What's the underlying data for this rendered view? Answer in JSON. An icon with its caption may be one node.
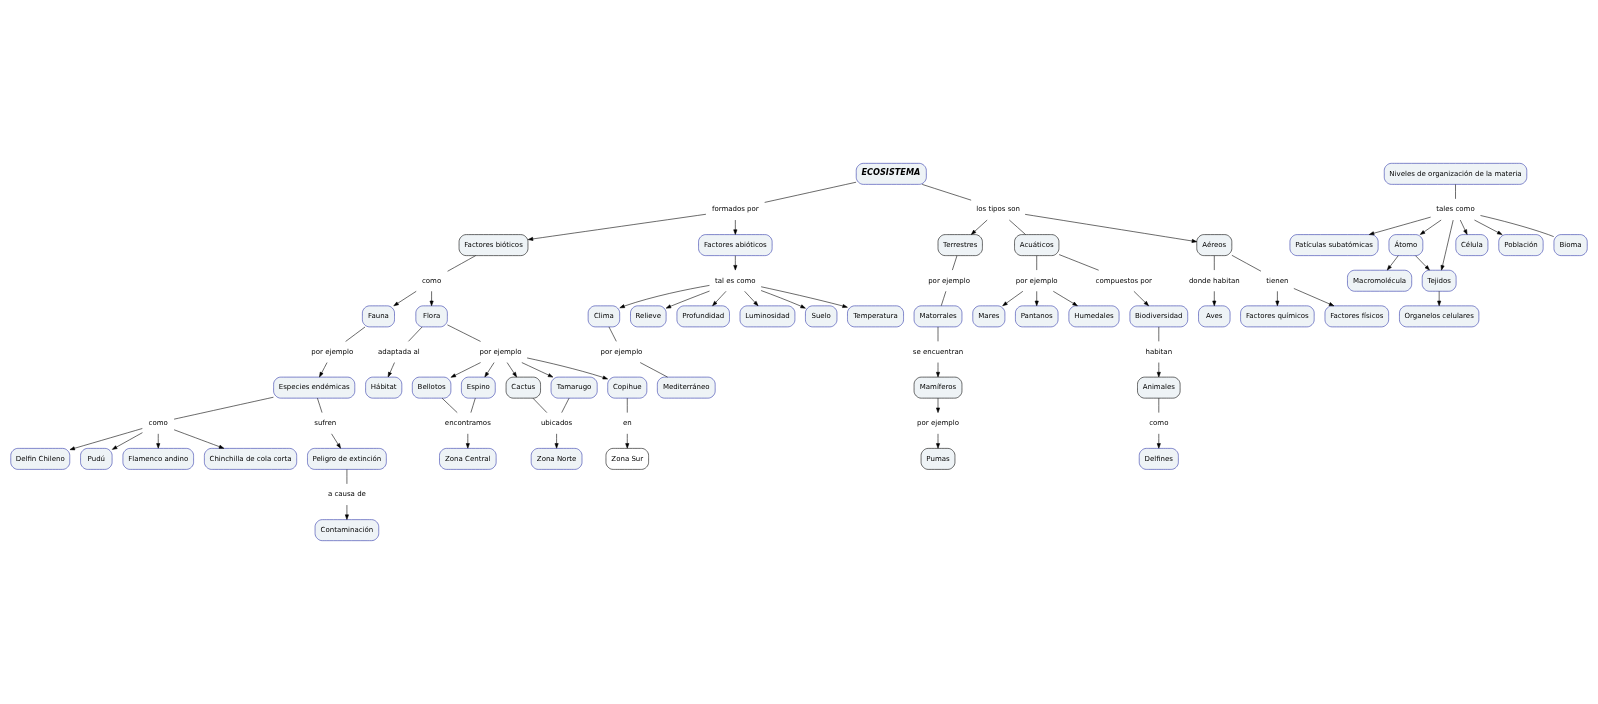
{
  "diagram": {
    "nodes": [
      {
        "text": [
          "ECOSISTEMA"
        ]
      },
      {
        "text": [
          "formados por"
        ]
      },
      {
        "text": [
          "Factores bióticos"
        ]
      },
      {
        "text": [
          "Factores abióticos"
        ]
      },
      {
        "text": [
          "como"
        ]
      },
      {
        "text": [
          "Fauna"
        ]
      },
      {
        "text": [
          "Flora"
        ]
      },
      {
        "text": [
          "por ejemplo"
        ]
      },
      {
        "text": [
          "Especies endémicas"
        ]
      },
      {
        "text": [
          "como"
        ]
      },
      {
        "text": [
          "Delfin Chileno"
        ]
      },
      {
        "text": [
          "Pudú"
        ]
      },
      {
        "text": [
          "Flamenco andino"
        ]
      },
      {
        "text": [
          "Chinchilla de cola corta"
        ]
      },
      {
        "text": [
          "sufren"
        ]
      },
      {
        "text": [
          "Peligro de extinción"
        ]
      },
      {
        "text": [
          "a causa de"
        ]
      },
      {
        "text": [
          "Contaminación"
        ]
      },
      {
        "text": [
          "adaptada al"
        ]
      },
      {
        "text": [
          "Hábitat"
        ]
      },
      {
        "text": [
          "por ejemplo"
        ]
      },
      {
        "text": [
          "Bellotos"
        ]
      },
      {
        "text": [
          "Espino"
        ]
      },
      {
        "text": [
          "Cactus"
        ]
      },
      {
        "text": [
          "Tamarugo"
        ]
      },
      {
        "text": [
          "Copihue"
        ]
      },
      {
        "text": [
          "encontramos"
        ]
      },
      {
        "text": [
          "Zona Central"
        ]
      },
      {
        "text": [
          "ubicados"
        ]
      },
      {
        "text": [
          "Zona Norte"
        ]
      },
      {
        "text": [
          "en"
        ]
      },
      {
        "text": [
          "Zona Sur"
        ]
      },
      {
        "text": [
          "tal es como"
        ]
      },
      {
        "text": [
          "Clima"
        ]
      },
      {
        "text": [
          "Relieve"
        ]
      },
      {
        "text": [
          "Profundidad"
        ]
      },
      {
        "text": [
          "Luminosidad"
        ]
      },
      {
        "text": [
          "Suelo"
        ]
      },
      {
        "text": [
          "Temperatura"
        ]
      },
      {
        "text": [
          "por ejemplo"
        ]
      },
      {
        "text": [
          "Mediterráneo"
        ]
      },
      {
        "text": [
          "los tipos son"
        ]
      },
      {
        "text": [
          "Terrestres"
        ]
      },
      {
        "text": [
          "Acuáticos"
        ]
      },
      {
        "text": [
          "Aéreos"
        ]
      },
      {
        "text": [
          "por ejemplo"
        ]
      },
      {
        "text": [
          "Matorrales"
        ]
      },
      {
        "text": [
          "se encuentran"
        ]
      },
      {
        "text": [
          "Mamíferos"
        ]
      },
      {
        "text": [
          "por ejemplo"
        ]
      },
      {
        "text": [
          "Pumas"
        ]
      },
      {
        "text": [
          "por ejemplo"
        ]
      },
      {
        "text": [
          "Mares"
        ]
      },
      {
        "text": [
          "Pantanos"
        ]
      },
      {
        "text": [
          "Humedales"
        ]
      },
      {
        "text": [
          "compuestos por"
        ]
      },
      {
        "text": [
          "Biodiversidad"
        ]
      },
      {
        "text": [
          "habitan"
        ]
      },
      {
        "text": [
          "Animales"
        ]
      },
      {
        "text": [
          "como"
        ]
      },
      {
        "text": [
          "Delfines"
        ]
      },
      {
        "text": [
          "donde habitan"
        ]
      },
      {
        "text": [
          "Aves"
        ]
      },
      {
        "text": [
          "tienen"
        ]
      },
      {
        "text": [
          "Factores químicos"
        ]
      },
      {
        "text": [
          "Factores físicos"
        ]
      },
      {
        "text": [
          "Niveles de organización de la materia"
        ]
      },
      {
        "text": [
          "tales como"
        ]
      },
      {
        "text": [
          "Patículas subatómicas"
        ]
      },
      {
        "text": [
          "Átomo"
        ]
      },
      {
        "text": [
          "Macromolécula"
        ]
      },
      {
        "text": [
          "Tejidos"
        ]
      },
      {
        "text": [
          "Organelos celulares"
        ]
      },
      {
        "text": [
          "Célula"
        ]
      },
      {
        "text": [
          "Población"
        ]
      },
      {
        "text": [
          "Bioma"
        ]
      }
    ],
    "edges": [
      {
        "from": 0,
        "to": 1,
        "arrow": "none"
      },
      {
        "from": 1,
        "to": 2,
        "arrow": "to"
      },
      {
        "from": 1,
        "to": 3,
        "arrow": "to"
      },
      {
        "from": 2,
        "to": 4,
        "arrow": "none"
      },
      {
        "from": 4,
        "to": 5,
        "arrow": "to"
      },
      {
        "from": 4,
        "to": 6,
        "arrow": "to"
      },
      {
        "from": 5,
        "to": 7,
        "arrow": "none"
      },
      {
        "from": 7,
        "to": 8,
        "arrow": "to"
      },
      {
        "from": 8,
        "to": 9,
        "arrow": "none"
      },
      {
        "from": 9,
        "to": 10,
        "arrow": "to"
      },
      {
        "from": 9,
        "to": 11,
        "arrow": "to"
      },
      {
        "from": 9,
        "to": 12,
        "arrow": "to"
      },
      {
        "from": 9,
        "to": 13,
        "arrow": "to"
      },
      {
        "from": 8,
        "to": 14,
        "arrow": "none"
      },
      {
        "from": 14,
        "to": 15,
        "arrow": "to"
      },
      {
        "from": 15,
        "to": 16,
        "arrow": "none"
      },
      {
        "from": 16,
        "to": 17,
        "arrow": "to"
      },
      {
        "from": 6,
        "to": 18,
        "arrow": "none"
      },
      {
        "from": 18,
        "to": 19,
        "arrow": "to"
      },
      {
        "from": 6,
        "to": 20,
        "arrow": "none"
      },
      {
        "from": 20,
        "to": 21,
        "arrow": "to"
      },
      {
        "from": 20,
        "to": 22,
        "arrow": "to"
      },
      {
        "from": 20,
        "to": 23,
        "arrow": "to"
      },
      {
        "from": 20,
        "to": 24,
        "arrow": "to"
      },
      {
        "from": 20,
        "to": 25,
        "arrow": "to"
      },
      {
        "from": 21,
        "to": 26,
        "arrow": "none"
      },
      {
        "from": 22,
        "to": 26,
        "arrow": "none"
      },
      {
        "from": 26,
        "to": 27,
        "arrow": "to"
      },
      {
        "from": 23,
        "to": 28,
        "arrow": "none"
      },
      {
        "from": 24,
        "to": 28,
        "arrow": "none"
      },
      {
        "from": 28,
        "to": 29,
        "arrow": "to"
      },
      {
        "from": 25,
        "to": 30,
        "arrow": "none"
      },
      {
        "from": 30,
        "to": 31,
        "arrow": "to"
      },
      {
        "from": 3,
        "to": 32,
        "arrow": "to"
      },
      {
        "from": 32,
        "to": 33,
        "arrow": "to"
      },
      {
        "from": 32,
        "to": 34,
        "arrow": "to"
      },
      {
        "from": 32,
        "to": 35,
        "arrow": "to"
      },
      {
        "from": 32,
        "to": 36,
        "arrow": "to"
      },
      {
        "from": 32,
        "to": 37,
        "arrow": "to"
      },
      {
        "from": 32,
        "to": 38,
        "arrow": "to"
      },
      {
        "from": 33,
        "to": 39,
        "arrow": "none"
      },
      {
        "from": 39,
        "to": 40,
        "arrow": "none"
      },
      {
        "from": 0,
        "to": 41,
        "arrow": "none"
      },
      {
        "from": 41,
        "to": 42,
        "arrow": "to"
      },
      {
        "from": 41,
        "to": 43,
        "arrow": "none"
      },
      {
        "from": 41,
        "to": 44,
        "arrow": "to"
      },
      {
        "from": 42,
        "to": 45,
        "arrow": "none"
      },
      {
        "from": 45,
        "to": 46,
        "arrow": "none"
      },
      {
        "from": 46,
        "to": 47,
        "arrow": "none"
      },
      {
        "from": 47,
        "to": 48,
        "arrow": "to"
      },
      {
        "from": 48,
        "to": 49,
        "arrow": "to"
      },
      {
        "from": 49,
        "to": 50,
        "arrow": "to"
      },
      {
        "from": 43,
        "to": 51,
        "arrow": "none"
      },
      {
        "from": 51,
        "to": 52,
        "arrow": "to"
      },
      {
        "from": 51,
        "to": 53,
        "arrow": "to"
      },
      {
        "from": 51,
        "to": 54,
        "arrow": "to"
      },
      {
        "from": 43,
        "to": 55,
        "arrow": "none"
      },
      {
        "from": 55,
        "to": 56,
        "arrow": "to"
      },
      {
        "from": 56,
        "to": 57,
        "arrow": "none"
      },
      {
        "from": 57,
        "to": 58,
        "arrow": "to"
      },
      {
        "from": 58,
        "to": 59,
        "arrow": "none"
      },
      {
        "from": 59,
        "to": 60,
        "arrow": "to"
      },
      {
        "from": 44,
        "to": 61,
        "arrow": "none"
      },
      {
        "from": 61,
        "to": 62,
        "arrow": "to"
      },
      {
        "from": 44,
        "to": 63,
        "arrow": "none"
      },
      {
        "from": 63,
        "to": 64,
        "arrow": "to"
      },
      {
        "from": 63,
        "to": 65,
        "arrow": "to"
      },
      {
        "from": 66,
        "to": 67,
        "arrow": "none"
      },
      {
        "from": 67,
        "to": 68,
        "arrow": "to"
      },
      {
        "from": 67,
        "to": 69,
        "arrow": "to"
      },
      {
        "from": 67,
        "to": 71,
        "arrow": "to"
      },
      {
        "from": 67,
        "to": 73,
        "arrow": "to"
      },
      {
        "from": 67,
        "to": 74,
        "arrow": "to"
      },
      {
        "from": 67,
        "to": 75,
        "arrow": "none"
      },
      {
        "from": 69,
        "to": 70,
        "arrow": "to"
      },
      {
        "from": 69,
        "to": 71,
        "arrow": "to"
      },
      {
        "from": 71,
        "to": 72,
        "arrow": "to"
      }
    ]
  }
}
